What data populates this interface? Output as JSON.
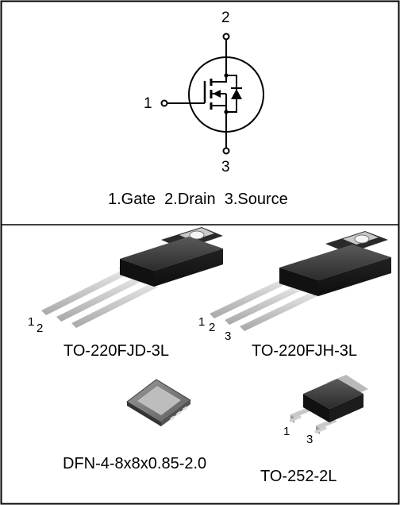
{
  "symbol": {
    "pin_gate": "1",
    "pin_drain": "2",
    "pin_source": "3",
    "legend": "1.Gate  2.Drain  3.Source"
  },
  "packages": {
    "to220fjd": {
      "name": "TO-220FJD-3L",
      "pin1": "1",
      "pin2": "2"
    },
    "to220fjh": {
      "name": "TO-220FJH-3L",
      "pin1": "1",
      "pin2": "2",
      "pin3": "3"
    },
    "dfn": {
      "name": "DFN-4-8x8x0.85-2.0"
    },
    "to252": {
      "name": "TO-252-2L",
      "pin1": "1",
      "pin3": "3"
    }
  },
  "colors": {
    "border": "#000000",
    "package_body": "#1a1a1a",
    "package_top": "#3a3a3a",
    "tab_metal": "#c9c9c9",
    "lead_metal": "#d4d4d4"
  }
}
